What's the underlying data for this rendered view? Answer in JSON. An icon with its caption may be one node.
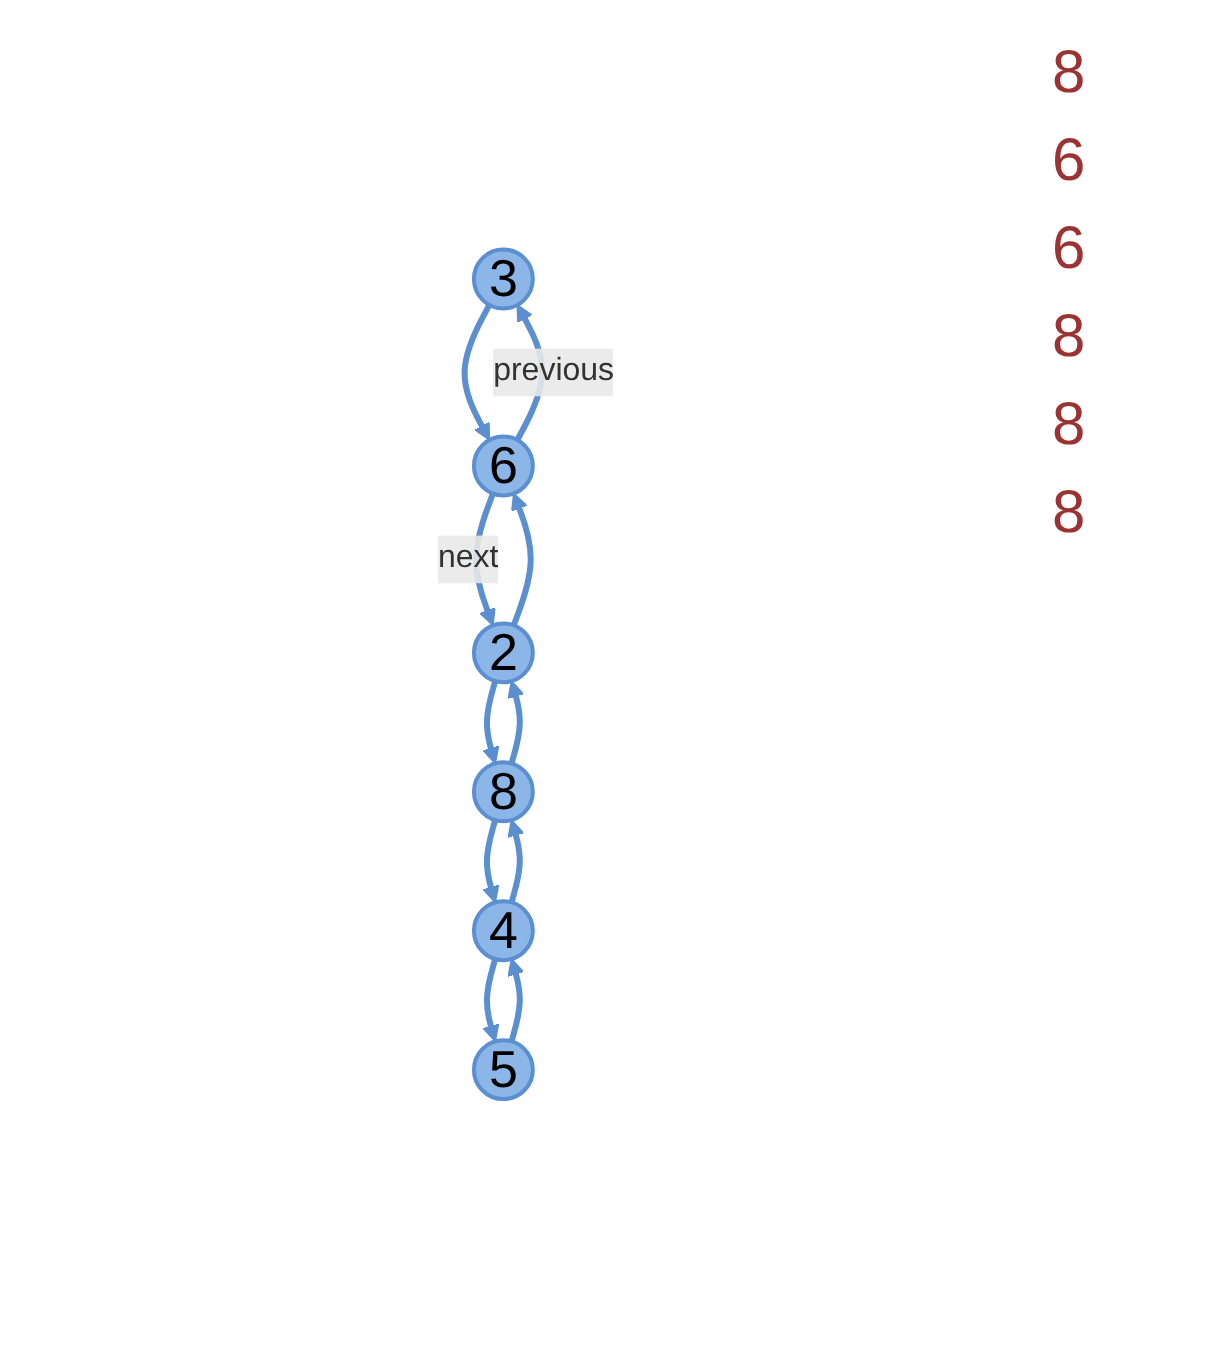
{
  "diagram": {
    "nodes": [
      {
        "text": [
          "3"
        ]
      },
      {
        "text": [
          "6"
        ]
      },
      {
        "text": [
          "2"
        ]
      },
      {
        "text": [
          "8"
        ]
      },
      {
        "text": [
          "4"
        ]
      },
      {
        "text": [
          "5"
        ]
      }
    ],
    "edges": [
      {
        "from": 0,
        "to": 1,
        "arrow": "to"
      },
      {
        "from": 1,
        "to": 0,
        "arrow": "to",
        "label": "previous"
      },
      {
        "from": 1,
        "to": 2,
        "arrow": "to",
        "label": "next"
      },
      {
        "from": 2,
        "to": 1,
        "arrow": "to"
      },
      {
        "from": 2,
        "to": 3,
        "arrow": "to"
      },
      {
        "from": 3,
        "to": 2,
        "arrow": "to"
      },
      {
        "from": 3,
        "to": 4,
        "arrow": "to"
      },
      {
        "from": 4,
        "to": 3,
        "arrow": "to"
      },
      {
        "from": 4,
        "to": 5,
        "arrow": "to"
      },
      {
        "from": 5,
        "to": 4,
        "arrow": "to"
      }
    ],
    "labels": [
      "8",
      "6",
      "6",
      "8",
      "8",
      "8"
    ]
  }
}
